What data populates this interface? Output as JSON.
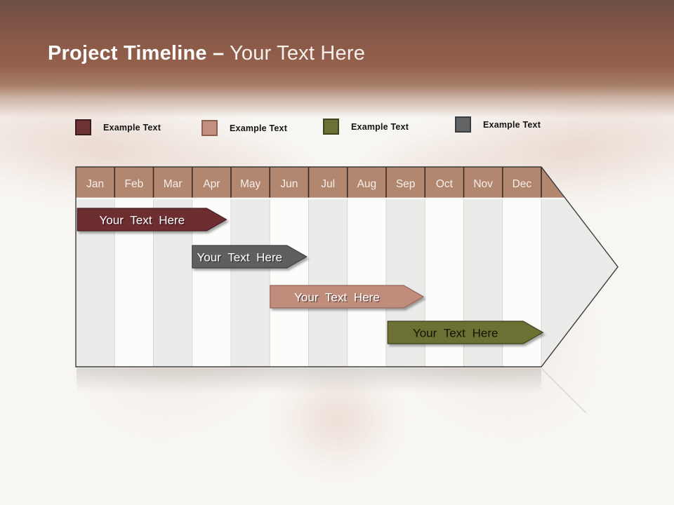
{
  "slide": {
    "title": {
      "bold": "Project Timeline –",
      "regular": " Your Text Here"
    },
    "header_gradient": [
      "#6e5046",
      "#8a5a48",
      "#94614c"
    ]
  },
  "legend": {
    "items": [
      {
        "label": "Example Text",
        "color": "#6e3235",
        "border": "#3a1d20"
      },
      {
        "label": "Example Text",
        "color": "#c19080",
        "border": "#8f604f"
      },
      {
        "label": "Example Text",
        "color": "#6b7034",
        "border": "#3f471f"
      },
      {
        "label": "Example Text",
        "color": "#636466",
        "border": "#3c3d3f"
      }
    ]
  },
  "timeline": {
    "months": [
      "Jan",
      "Feb",
      "Mar",
      "Apr",
      "May",
      "Jun",
      "Jul",
      "Aug",
      "Sep",
      "Oct",
      "Nov",
      "Dec"
    ],
    "header": {
      "fill": "#b28770",
      "text_color": "#f6eee8",
      "divider": "#3a2a23"
    },
    "stripes": {
      "gray": "#ebebea",
      "white": "#fcfcfb",
      "gridline": "#d8d6d3"
    },
    "arrow": {
      "fill": "#f0efed",
      "outline": "#3b3b3b"
    },
    "bars": [
      {
        "label": "Your Text Here",
        "fill": "#6d2e32",
        "stroke": "#471d21",
        "text_color": "#ffffff",
        "start_month": 0.04,
        "end_month": 3.88,
        "row": 0
      },
      {
        "label": "Your Text Here",
        "fill": "#5d5e60",
        "stroke": "#3f4042",
        "text_color": "#ffffff",
        "start_month": 3.0,
        "end_month": 5.95,
        "row": 1
      },
      {
        "label": "Your Text Here",
        "fill": "#c08d7c",
        "stroke": "#96655a",
        "text_color": "#ffffff",
        "start_month": 5.01,
        "end_month": 8.96,
        "row": 2
      },
      {
        "label": "Your Text Here",
        "fill": "#6c7032",
        "stroke": "#3e421c",
        "text_color": "#141405",
        "start_month": 8.04,
        "end_month": 12.04,
        "row": 3
      }
    ]
  }
}
